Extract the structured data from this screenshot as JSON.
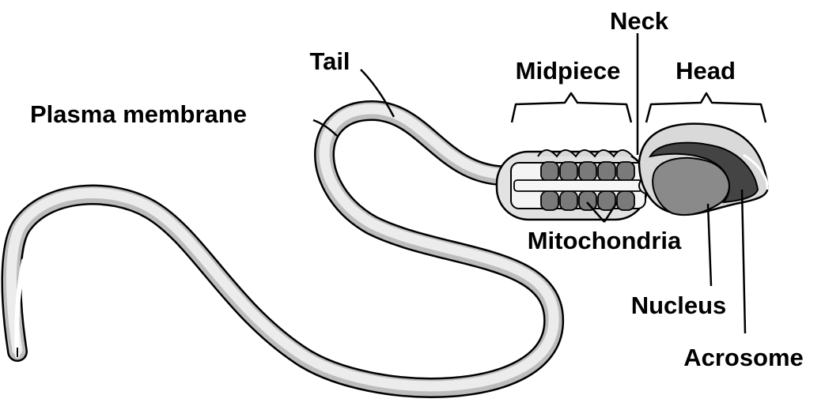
{
  "diagram": {
    "subject": "sperm-cell",
    "labels": {
      "neck": "Neck",
      "tail": "Tail",
      "midpiece": "Midpiece",
      "head": "Head",
      "plasma_membrane": "Plasma membrane",
      "mitochondria": "Mitochondria",
      "nucleus": "Nucleus",
      "acrosome": "Acrosome"
    },
    "colors": {
      "background": "#ffffff",
      "outline": "#000000",
      "membrane_fill": "#e6e6e6",
      "membrane_shadow": "#bdbdbd",
      "midpiece_fill": "#cfcfcf",
      "mitochondria_fill": "#7a7a7a",
      "axial_core": "#f2f2f2",
      "nucleus_fill": "#8a8a8a",
      "acrosome_fill": "#444444"
    }
  }
}
